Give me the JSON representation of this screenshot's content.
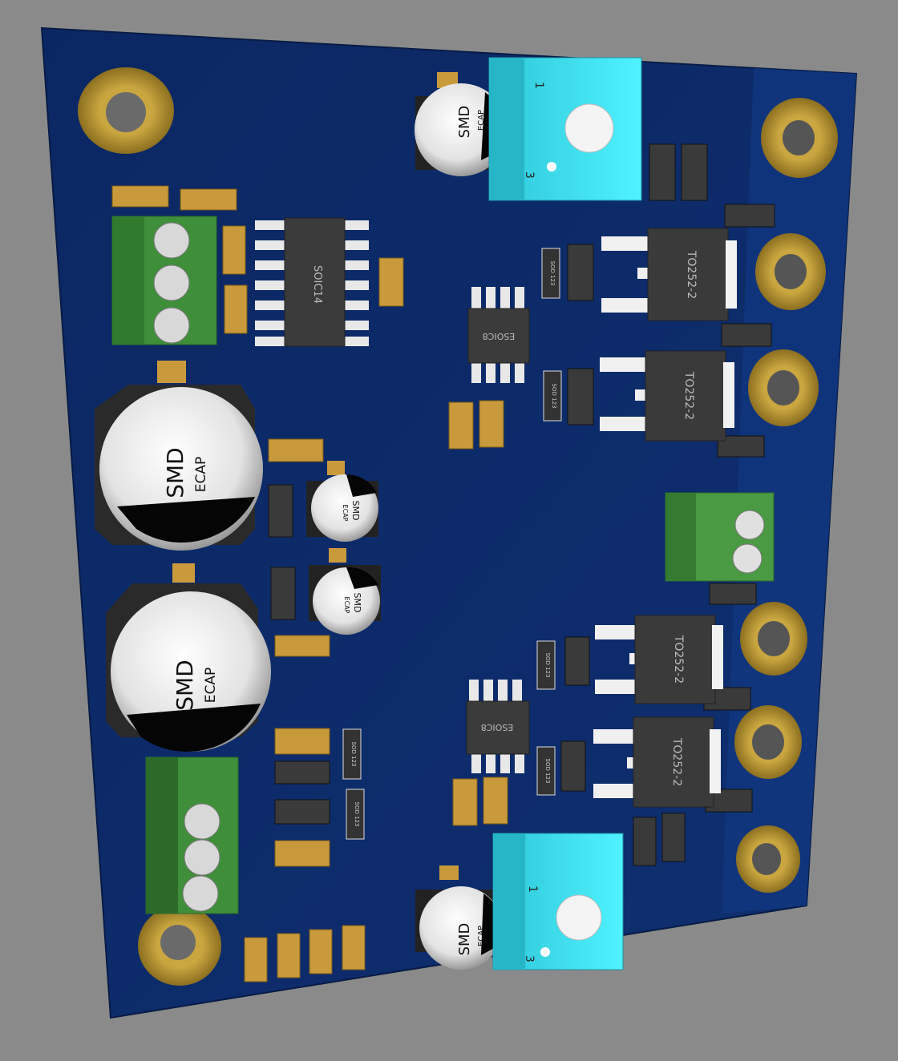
{
  "scene": {
    "background": "#8a8a8a",
    "board_color": "#0d2a66",
    "board_edge_color": "#12377f"
  },
  "labels": {
    "soic14": "SOIC14",
    "esoic8": "ESOIC8",
    "to252": "TO252-2",
    "sod123": "SOD 123",
    "smd": "SMD",
    "ecap": "ECAP",
    "pin1": "1",
    "pin3": "3"
  }
}
